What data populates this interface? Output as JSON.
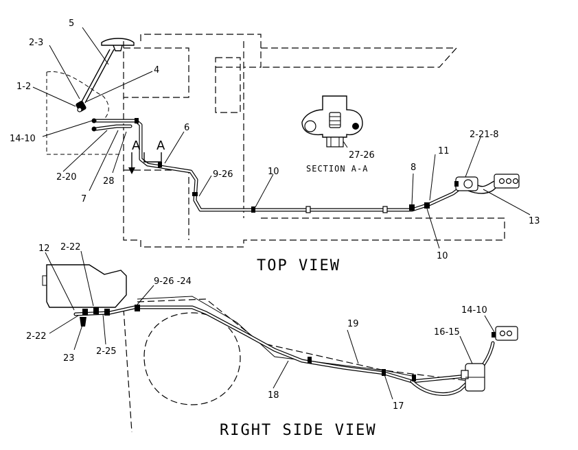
{
  "views": {
    "top": "TOP VIEW",
    "side": "RIGHT SIDE VIEW",
    "section": "SECTION A-A"
  },
  "section_markers": {
    "left": "A",
    "right": "A"
  },
  "callouts_top": {
    "c5": "5",
    "c2_3": "2-3",
    "c1_2": "1-2",
    "c4": "4",
    "c14_10": "14-10",
    "c2_20": "2-20",
    "c7": "7",
    "c28": "28",
    "c6": "6",
    "c9_26": "9-26",
    "c10a": "10",
    "c27_26": "27-26",
    "c8": "8",
    "c11": "11",
    "c2_21_8": "2-21-8",
    "c13": "13",
    "c10b": "10"
  },
  "callouts_side": {
    "c12": "12",
    "c2_22a": "2-22",
    "c9_26_24": "9-26 -24",
    "c2_22b": "2-22",
    "c23": "23",
    "c2_25": "2-25",
    "c19": "19",
    "c14_10": "14-10",
    "c16_15": "16-15",
    "c18": "18",
    "c17": "17"
  }
}
